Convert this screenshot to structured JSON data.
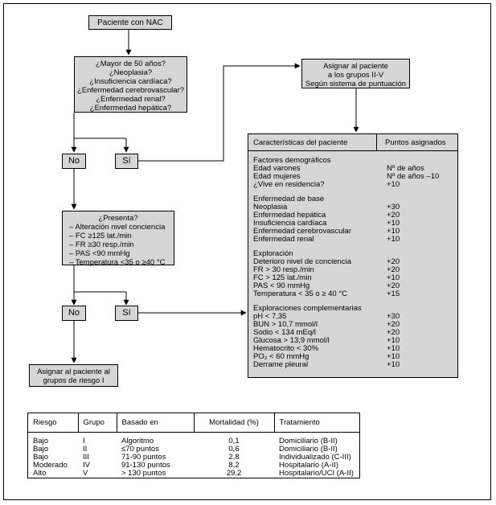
{
  "start": {
    "label": "Paciente con NAC"
  },
  "questions": {
    "lines": [
      "¿Mayor de 50 años?",
      "¿Neoplasia?",
      "¿Insuficiencia cardíaca?",
      "¿Enfermedad cerebrovascular?",
      "¿Enfermedad renal?",
      "¿Enfermedad hepática?"
    ]
  },
  "branch1": {
    "no": "No",
    "si": "Sí"
  },
  "assign_groups": {
    "lines": [
      "Asignar al paciente",
      "a los grupos II-V",
      "Según sistema de puntuación"
    ]
  },
  "presenta": {
    "title": "¿Presenta?",
    "items": [
      "– Alteración nivel conciencia",
      "– FC ≥125 lat./min",
      "– FR ≥30 resp./min",
      "– PAS <90 mmHg",
      "– Temperatura <35 o ≥40 °C"
    ]
  },
  "branch2": {
    "no": "No",
    "si": "Sí"
  },
  "assign_group1": {
    "lines": [
      "Asignar al paciente al",
      "grupos de riesgo I"
    ]
  },
  "points_table": {
    "header_characteristics": "Características del paciente",
    "header_points": "Puntos asignados",
    "sections": [
      {
        "title": "Factores demográficos",
        "rows": [
          {
            "name": "Edad varones",
            "points": "Nº de años"
          },
          {
            "name": "Edad mujeres",
            "points": "Nº de años –10"
          },
          {
            "name": "¿Vive en residencia?",
            "points": "+10"
          }
        ]
      },
      {
        "title": "Enfermedad de base",
        "rows": [
          {
            "name": "Neoplasia",
            "points": "+30"
          },
          {
            "name": "Enfermedad hepática",
            "points": "+20"
          },
          {
            "name": "Insuficiencia cardíaca",
            "points": "+10"
          },
          {
            "name": "Enfermedad cerebrovascular",
            "points": "+10"
          },
          {
            "name": "Enfermedad renal",
            "points": "+10"
          }
        ]
      },
      {
        "title": "Exploración",
        "rows": [
          {
            "name": "Deterioro nivel de conciencia",
            "points": "+20"
          },
          {
            "name": "FR > 30 resp./min",
            "points": "+20"
          },
          {
            "name": "FC > 125 lat./min",
            "points": "+10"
          },
          {
            "name": "PAS < 90 mmHg",
            "points": "+20"
          },
          {
            "name": "Temperatura < 35 o ≥ 40 °C",
            "points": "+15"
          }
        ]
      },
      {
        "title": "Exploraciones complementarias",
        "rows": [
          {
            "name": "pH < 7,35",
            "points": "+30"
          },
          {
            "name": "BUN > 10,7 mmol/l",
            "points": "+20"
          },
          {
            "name": "Sodio < 134 mEq/l",
            "points": "+20"
          },
          {
            "name": "Glucosa > 13,9 mmol/l",
            "points": "+10"
          },
          {
            "name": "Hematocrito < 30%",
            "points": "+10"
          },
          {
            "name": "PO₂ < 60 mmHg",
            "points": "+10"
          },
          {
            "name": "Derrame pleural",
            "points": "+10"
          }
        ]
      }
    ]
  },
  "risk_table": {
    "headers": [
      "Riesgo",
      "Grupo",
      "Basado en",
      "Mortalidad (%)",
      "Tratamiento"
    ],
    "rows": [
      [
        "Bajo",
        "I",
        "Algoritmo",
        "0,1",
        "Domiciliario (B-II)"
      ],
      [
        "Bajo",
        "II",
        "≤70 puntos",
        "0,6",
        "Domiciliario (B-II)"
      ],
      [
        "Bajo",
        "III",
        "71-90 puntos",
        "2,8",
        "Individualizado (C-III)"
      ],
      [
        "Moderado",
        "IV",
        "91-130 puntos",
        "8,2",
        "Hospitalario (A-II)"
      ],
      [
        "Alto",
        "V",
        "> 130 puntos",
        "29,2",
        "Hospitalario/UCI (A-II)"
      ]
    ]
  }
}
